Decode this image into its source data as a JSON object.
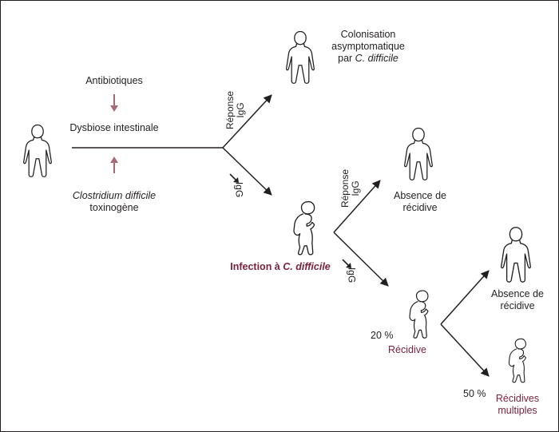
{
  "colors": {
    "ink": "#231f20",
    "accent": "#7b1f3a",
    "arrow_rose": "#a86b72"
  },
  "labels": {
    "colonisation_1": "Colonisation",
    "colonisation_2": "asymptomatique",
    "colonisation_3_prefix": "par ",
    "colonisation_3_italic": "C. difficile",
    "antibiotiques": "Antibiotiques",
    "dysbiose": "Dysbiose intestinale",
    "clostridium_italic": "Clostridium difficile",
    "toxinogene": "toxinogène",
    "absence_1_a": "Absence de",
    "absence_1_b": "récidive",
    "infection_prefix": "Infection à ",
    "infection_italic": "C. difficile",
    "absence_2_a": "Absence de",
    "absence_2_b": "récidive",
    "recidive": "Récidive",
    "pct_20": "20 %",
    "pct_50": "50 %",
    "recidives_a": "Récidives",
    "recidives_b": "multiples"
  },
  "branches": {
    "reponse_1_a": "Réponse",
    "reponse_1_b": "IgG",
    "low_igg_1": "IgG",
    "reponse_2_a": "Réponse",
    "reponse_2_b": "IgG",
    "low_igg_2": "IgG"
  },
  "icons": {
    "standing": "standing-person-icon",
    "sick": "sick-person-icon",
    "down_arrow": "down-arrow-icon"
  }
}
